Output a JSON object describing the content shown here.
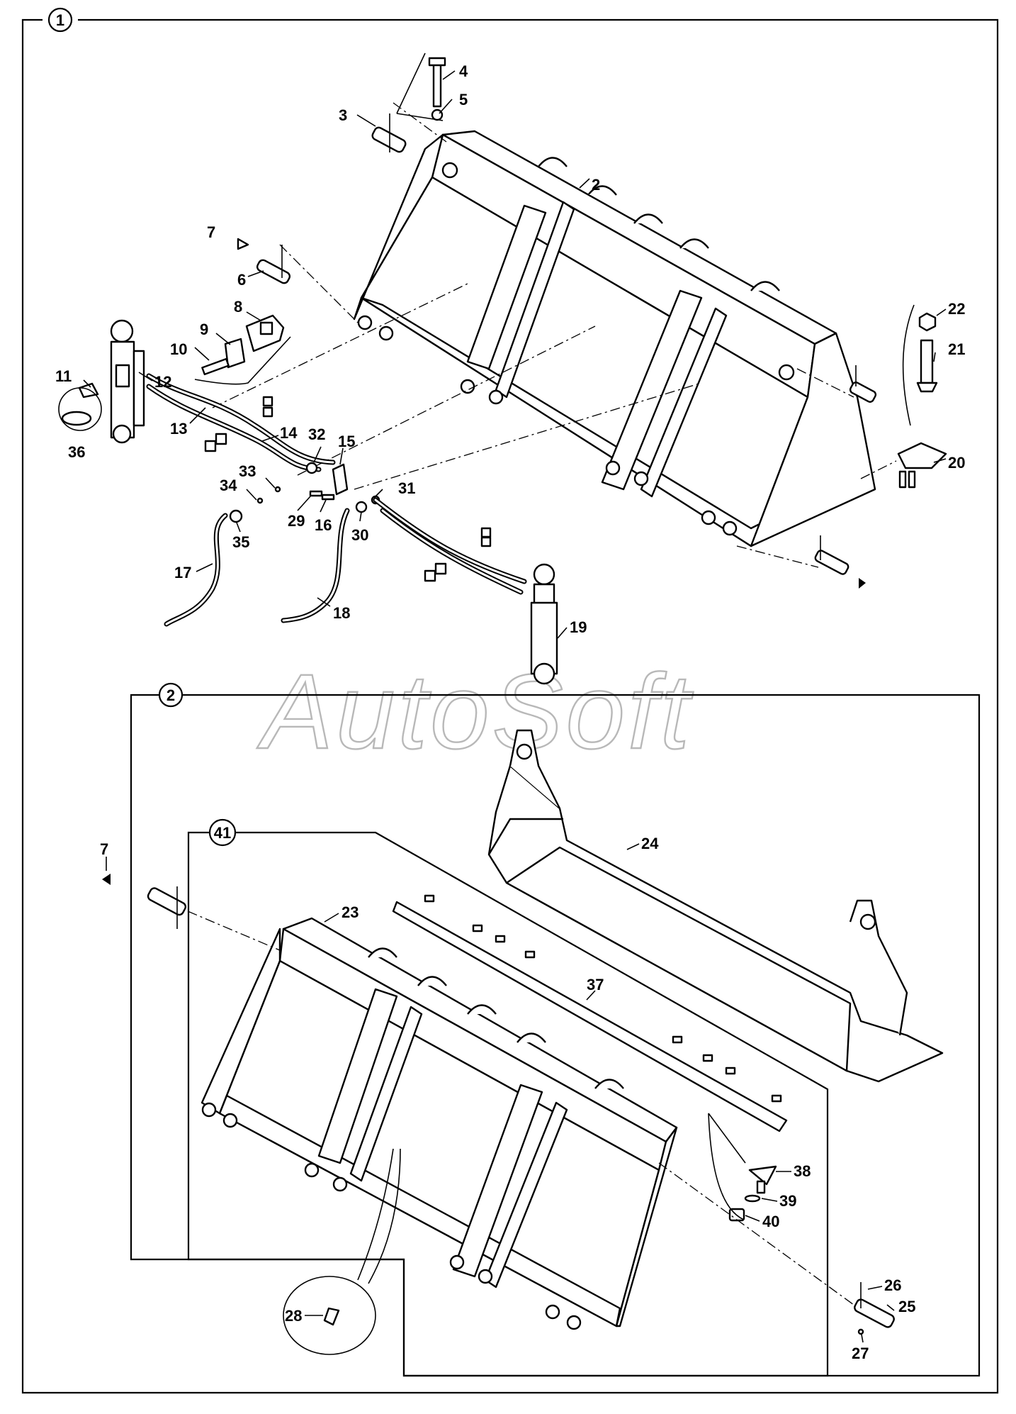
{
  "watermark": "AutoSoft",
  "assemblies": [
    {
      "key": "a1",
      "number": "1"
    },
    {
      "key": "a2",
      "number": "2"
    },
    {
      "key": "a41",
      "number": "41"
    }
  ],
  "callouts": [
    "2",
    "3",
    "4",
    "5",
    "6",
    "7",
    "8",
    "9",
    "10",
    "11",
    "12",
    "13",
    "14",
    "15",
    "16",
    "17",
    "18",
    "19",
    "20",
    "21",
    "22",
    "23",
    "24",
    "25",
    "26",
    "27",
    "28",
    "29",
    "30",
    "31",
    "32",
    "33",
    "34",
    "35",
    "36",
    "37",
    "38",
    "39",
    "40",
    "7"
  ]
}
